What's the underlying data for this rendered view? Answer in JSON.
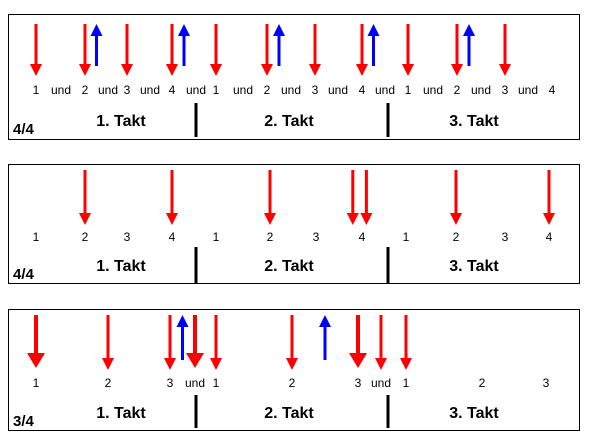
{
  "colors": {
    "down_arrow": "#ff0000",
    "up_arrow": "#0000ff",
    "box_border": "#000000",
    "background": "#ffffff"
  },
  "panels": [
    {
      "meter": "4/4",
      "takt_labels": [
        "1. Takt",
        "2. Takt",
        "3. Takt"
      ],
      "beats": [
        "1",
        "und",
        "2",
        "und",
        "3",
        "und",
        "4",
        "und",
        "1",
        "und",
        "2",
        "und",
        "3",
        "und",
        "4",
        "und",
        "1",
        "und",
        "2",
        "und",
        "3",
        "und",
        "4"
      ],
      "strokes": [
        {
          "beat": 0,
          "dir": "down"
        },
        {
          "beat": 2,
          "dir": "down"
        },
        {
          "beat": 2.5,
          "dir": "up"
        },
        {
          "beat": 4,
          "dir": "down"
        },
        {
          "beat": 6,
          "dir": "down"
        },
        {
          "beat": 6.5,
          "dir": "up"
        },
        {
          "beat": 8,
          "dir": "down"
        },
        {
          "beat": 10,
          "dir": "down"
        },
        {
          "beat": 10.5,
          "dir": "up"
        },
        {
          "beat": 12,
          "dir": "down"
        },
        {
          "beat": 14,
          "dir": "down"
        },
        {
          "beat": 14.5,
          "dir": "up"
        },
        {
          "beat": 16,
          "dir": "down"
        },
        {
          "beat": 18,
          "dir": "down"
        },
        {
          "beat": 18.5,
          "dir": "up"
        },
        {
          "beat": 20,
          "dir": "down"
        }
      ]
    },
    {
      "meter": "4/4",
      "takt_labels": [
        "1. Takt",
        "2. Takt",
        "3. Takt"
      ],
      "beats": [
        "1",
        "2",
        "3",
        "4",
        "1",
        "2",
        "3",
        "4",
        "1",
        "2",
        "3",
        "4"
      ],
      "strokes": [
        {
          "beat": 1,
          "dir": "down"
        },
        {
          "beat": 3,
          "dir": "down"
        },
        {
          "beat": 5,
          "dir": "down"
        },
        {
          "beat": 6.8,
          "dir": "down"
        },
        {
          "beat": 7.1,
          "dir": "down"
        },
        {
          "beat": 9,
          "dir": "down"
        },
        {
          "beat": 11,
          "dir": "down"
        }
      ]
    },
    {
      "meter": "3/4",
      "takt_labels": [
        "1. Takt",
        "2. Takt",
        "3. Takt"
      ],
      "beats": [
        "1",
        "2",
        "3",
        "und",
        "1",
        "2",
        "3",
        "und",
        "1",
        "2",
        "3"
      ],
      "strokes": [
        {
          "beat": 0,
          "dir": "down",
          "strong": true
        },
        {
          "beat": 1,
          "dir": "down"
        },
        {
          "beat": 2,
          "dir": "down"
        },
        {
          "beat": 2.5,
          "dir": "up"
        },
        {
          "beat": 3,
          "dir": "down",
          "strong": true
        },
        {
          "beat": 4,
          "dir": "down"
        },
        {
          "beat": 5,
          "dir": "down"
        },
        {
          "beat": 5.5,
          "dir": "up"
        },
        {
          "beat": 6,
          "dir": "down",
          "strong": true
        },
        {
          "beat": 7,
          "dir": "down"
        },
        {
          "beat": 8,
          "dir": "down"
        }
      ]
    }
  ]
}
